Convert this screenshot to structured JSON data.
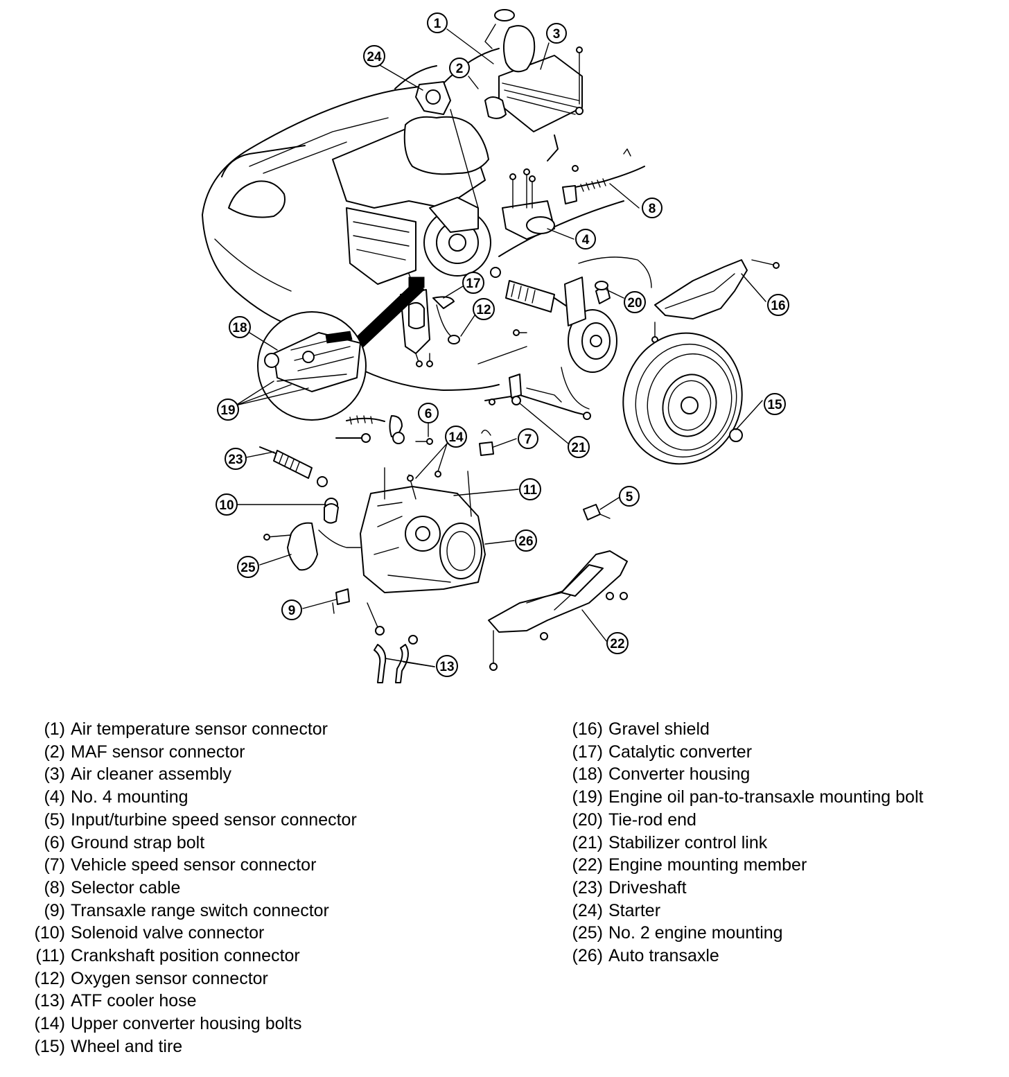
{
  "callouts": [
    "1",
    "2",
    "3",
    "4",
    "5",
    "6",
    "7",
    "8",
    "9",
    "10",
    "11",
    "12",
    "13",
    "14",
    "15",
    "16",
    "17",
    "18",
    "19",
    "20",
    "21",
    "22",
    "23",
    "24",
    "25",
    "26"
  ],
  "legend_left": [
    {
      "num": "(1)",
      "label": "Air temperature sensor connector"
    },
    {
      "num": "(2)",
      "label": "MAF sensor connector"
    },
    {
      "num": "(3)",
      "label": "Air cleaner assembly"
    },
    {
      "num": "(4)",
      "label": "No. 4 mounting"
    },
    {
      "num": "(5)",
      "label": "Input/turbine speed sensor connector"
    },
    {
      "num": "(6)",
      "label": "Ground strap bolt"
    },
    {
      "num": "(7)",
      "label": "Vehicle speed sensor connector"
    },
    {
      "num": "(8)",
      "label": "Selector cable"
    },
    {
      "num": "(9)",
      "label": "Transaxle range switch connector"
    },
    {
      "num": "(10)",
      "label": "Solenoid valve connector"
    },
    {
      "num": "(11)",
      "label": "Crankshaft position connector"
    },
    {
      "num": "(12)",
      "label": "Oxygen sensor connector"
    },
    {
      "num": "(13)",
      "label": "ATF cooler hose"
    },
    {
      "num": "(14)",
      "label": "Upper converter housing bolts"
    },
    {
      "num": "(15)",
      "label": "Wheel and tire"
    }
  ],
  "legend_right": [
    {
      "num": "(16)",
      "label": "Gravel shield"
    },
    {
      "num": "(17)",
      "label": "Catalytic converter"
    },
    {
      "num": "(18)",
      "label": "Converter housing"
    },
    {
      "num": "(19)",
      "label": "Engine oil pan-to-transaxle mounting bolt"
    },
    {
      "num": "(20)",
      "label": "Tie-rod end"
    },
    {
      "num": "(21)",
      "label": "Stabilizer control link"
    },
    {
      "num": "(22)",
      "label": "Engine mounting member"
    },
    {
      "num": "(23)",
      "label": "Driveshaft"
    },
    {
      "num": "(24)",
      "label": "Starter"
    },
    {
      "num": "(25)",
      "label": "No. 2 engine mounting"
    },
    {
      "num": "(26)",
      "label": "Auto transaxle"
    }
  ]
}
